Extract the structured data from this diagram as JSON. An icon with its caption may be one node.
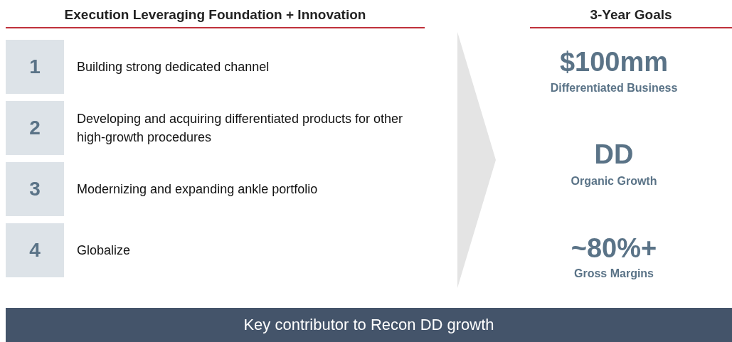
{
  "diagram": {
    "nodes": [
      {
        "text": [
          "Execution Leveraging Foundation + Innovation"
        ]
      },
      {
        "text": [
          "1"
        ],
        "beside": [
          "Building strong dedicated channel"
        ],
        "in": 0
      },
      {
        "text": [
          "2"
        ],
        "beside": [
          "Developing and acquiring differentiated products for other high-growth procedures"
        ],
        "in": 0
      },
      {
        "text": [
          "3"
        ],
        "beside": [
          "Modernizing and expanding ankle portfolio"
        ],
        "in": 0
      },
      {
        "text": [
          "4"
        ],
        "beside": [
          "Globalize"
        ],
        "in": 0
      },
      {
        "text": [
          "3-Year Goals"
        ]
      },
      {
        "text": [
          "Key contributor to Recon DD growth"
        ]
      }
    ],
    "edges": [
      {
        "from": 0,
        "to": 5,
        "arrow": "to"
      }
    ],
    "labels": [
      "$100mm",
      "Differentiated Business",
      "DD",
      "Organic Growth",
      "~80%+",
      "Gross Margins"
    ]
  }
}
